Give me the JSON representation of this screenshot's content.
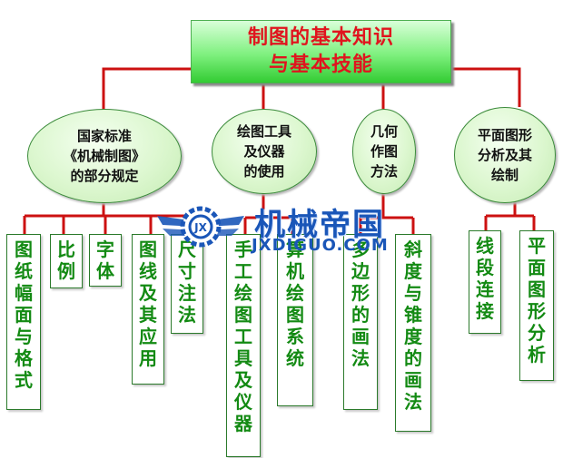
{
  "root": {
    "line1": "制图的基本知识",
    "line2": "与基本技能"
  },
  "branches": [
    {
      "line1": "国家标准",
      "line2": "《机械制图》",
      "line3": "的部分规定"
    },
    {
      "line1": "绘图工具",
      "line2": "及仪器",
      "line3": "的使用"
    },
    {
      "line1": "几何",
      "line2": "作图",
      "line3": "方法"
    },
    {
      "line1": "平面图形",
      "line2": "分析及其",
      "line3": "绘制"
    }
  ],
  "leaves": [
    "图纸幅面与格式",
    "比例",
    "字体",
    "图线及其应用",
    "尺寸注法",
    "手工绘图工具及仪器",
    "算机绘图系统",
    "多边形的画法",
    "斜度与锥度的画法",
    "线段连接",
    "平面图形分析"
  ],
  "watermark": {
    "title": "机械帝国",
    "subtitle": "JXDIGUO.COM",
    "logo_icon": "gear-wings-icon"
  },
  "colors": {
    "connector": "#cc1111",
    "root_text": "#e0141e",
    "leaf_text": "#138a13",
    "border": "#2b7a2b"
  }
}
